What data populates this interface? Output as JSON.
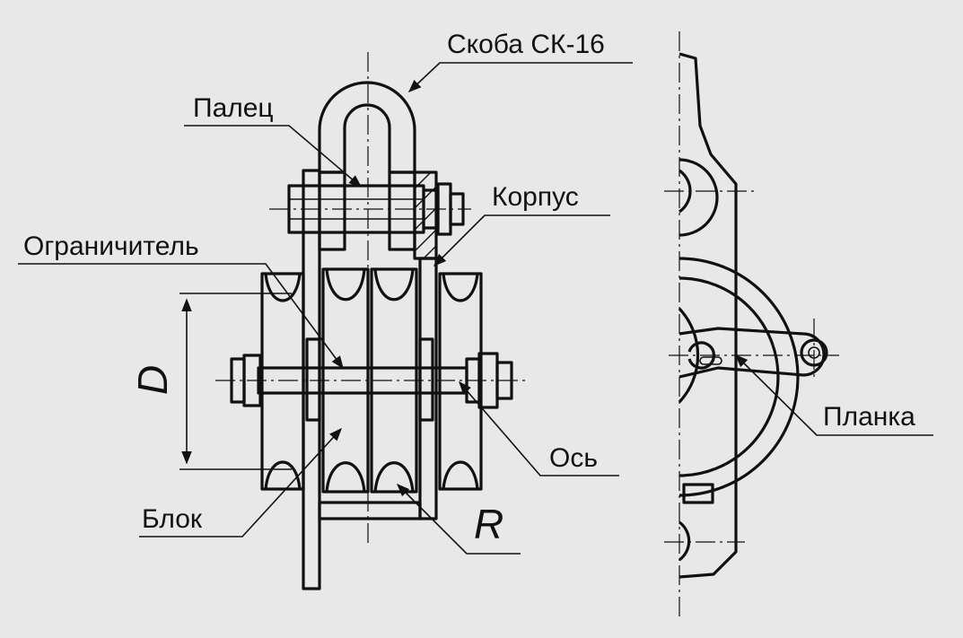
{
  "labels": {
    "shackle": "Скоба СК-16",
    "pin": "Палец",
    "body": "Корпус",
    "limiter": "Ограничитель",
    "axle": "Ось",
    "block": "Блок",
    "plate": "Планка",
    "diameter": "D",
    "radius": "R"
  },
  "colors": {
    "background": "#e8e8e8",
    "line": "#111111"
  }
}
